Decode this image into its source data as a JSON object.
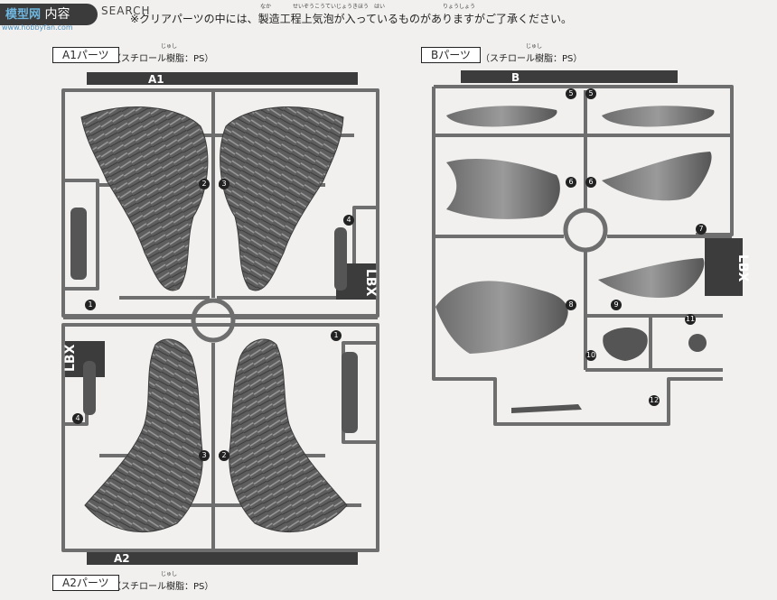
{
  "header": {
    "badge_text": "内容",
    "watermark_text": "模型网",
    "watermark_site": "www.hobbyfan.com",
    "search_text": "SEARCH",
    "note": "※クリアパーツの中には、製造工程上気泡が入っているものがありますがご了承ください。",
    "ruby_1": "なか　　　　せいぞうこうていじょうきほう　はい",
    "ruby_2": "",
    "ruby_3": "りょうしょう"
  },
  "sections": {
    "a1": {
      "label": "A1パーツ",
      "material": "（スチロール樹脂：PS）",
      "ruby": "じゅし",
      "runner_tab": "A1"
    },
    "b": {
      "label": "Bパーツ",
      "material": "（スチロール樹脂：PS）",
      "ruby": "じゅし",
      "runner_tab": "B"
    },
    "a2": {
      "label": "A2パーツ",
      "material": "（スチロール樹脂：PS）",
      "ruby": "じゅし",
      "runner_tab": "A2"
    }
  },
  "runner_logo": "LBX",
  "part_numbers": {
    "a1": [
      "1",
      "2",
      "3",
      "4"
    ],
    "a2": [
      "1",
      "3",
      "2",
      "4"
    ],
    "b": [
      "5",
      "5",
      "6",
      "6",
      "7",
      "8",
      "9",
      "11",
      "10",
      "12"
    ]
  },
  "colors": {
    "runner": "#7a7a7a",
    "runner_dark": "#3c3c3c",
    "part": "#5e5e5e",
    "background": "#f1f0ee"
  }
}
